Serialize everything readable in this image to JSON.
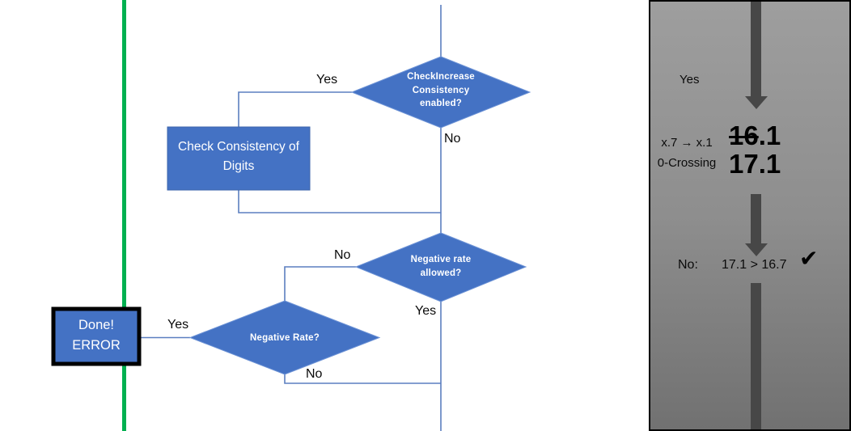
{
  "slide": {
    "flowchart": {
      "decisions": {
        "check_increase": {
          "label": "CheckIncrease Consistency enabled?",
          "yes_label": "Yes",
          "no_label": "No"
        },
        "negative_rate_allowed": {
          "label": "Negative rate allowed?",
          "no_label": "No",
          "yes_label": "Yes"
        },
        "negative_rate": {
          "label": "Negative Rate?",
          "yes_label": "Yes",
          "no_label": "No"
        }
      },
      "processes": {
        "check_consistency": {
          "label": "Check Consistency of Digits"
        },
        "done_error": {
          "label": "Done! ERROR"
        }
      }
    },
    "panel": {
      "yes_label": "Yes",
      "transition_rule": "x.7 → x.1",
      "transition_name": "0-Crossing",
      "old_value_struck": "16",
      "old_value_suffix": ".1",
      "new_value": "17.1",
      "result_label": "No:",
      "comparison": "17.1 > 16.7",
      "checkmark": "✔"
    },
    "colors": {
      "shape_blue": "#4472c4",
      "shape_border_blue": "#6d93d6",
      "connector_blue": "#5b7fc0",
      "timeline_green": "#00b050",
      "arrow_gray": "#474747",
      "done_border_black": "#000000"
    }
  }
}
